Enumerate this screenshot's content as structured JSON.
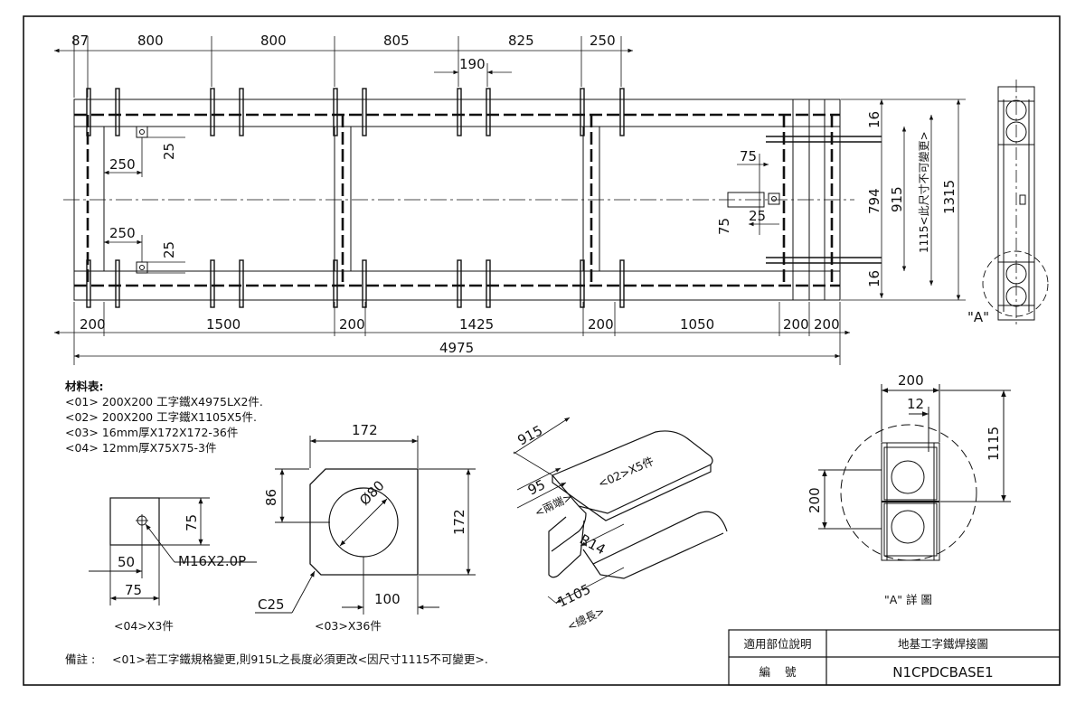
{
  "plan_view": {
    "top_dims": [
      "87",
      "800",
      "800",
      "805",
      "825",
      "250"
    ],
    "dim_190": "190",
    "bottom_dims": [
      "200",
      "1500",
      "200",
      "1425",
      "200",
      "1050",
      "200",
      "200"
    ],
    "overall_length": "4975",
    "left_hole_dims": {
      "upper_250": "250",
      "upper_25": "25",
      "lower_250": "250",
      "lower_25": "25"
    },
    "right_hole_dims": {
      "d75_top": "75",
      "d75_side": "75",
      "d25": "25"
    },
    "right_dims": {
      "top_16": "16",
      "bottom_16": "16",
      "d794": "794",
      "d915": "915",
      "d1115": "1115<此尺寸不可變更>",
      "d1315": "1315"
    }
  },
  "side_view": {
    "label_a": "\"A\""
  },
  "materials": {
    "heading": "材料表:",
    "items": [
      "<01>  200X200  工字鐵X4975LX2件.",
      "<02>  200X200  工字鐵X1105X5件.",
      "<03>  16mm厚X172X172-36件",
      "<04>  12mm厚X75X75-3件"
    ]
  },
  "part04": {
    "dim_75_side": "75",
    "dim_50": "50",
    "dim_75_bottom": "75",
    "bolt": "M16X2.0P",
    "caption": "<04>X3件"
  },
  "part03": {
    "dim_172_top": "172",
    "dim_172_side": "172",
    "dim_86": "86",
    "dia": "Ø80",
    "dim_100": "100",
    "chamfer": "C25",
    "caption": "<03>X36件"
  },
  "isometric": {
    "dim_915": "915",
    "dim_95": "95",
    "note_both_ends": "<兩端>",
    "label_02": "<02>X5件",
    "radius": "R14",
    "dim_1105": "1105",
    "note_total_len": "<總長>"
  },
  "detail_a": {
    "dim_200_top": "200",
    "dim_12": "12",
    "dim_1115": "1115",
    "dim_200_side": "200",
    "caption": "\"A\" 詳 圖"
  },
  "note": {
    "label": "備註 :",
    "text": "<01>若工字鐵規格變更,則915L之長度必須更改<因尺寸1115不可變更>."
  },
  "title_block": {
    "r1_label": "適用部位說明",
    "r1_value": "地基工字鐵焊接圖",
    "r2_label": "編    號",
    "r2_value": "N1CPDCBASE1"
  }
}
